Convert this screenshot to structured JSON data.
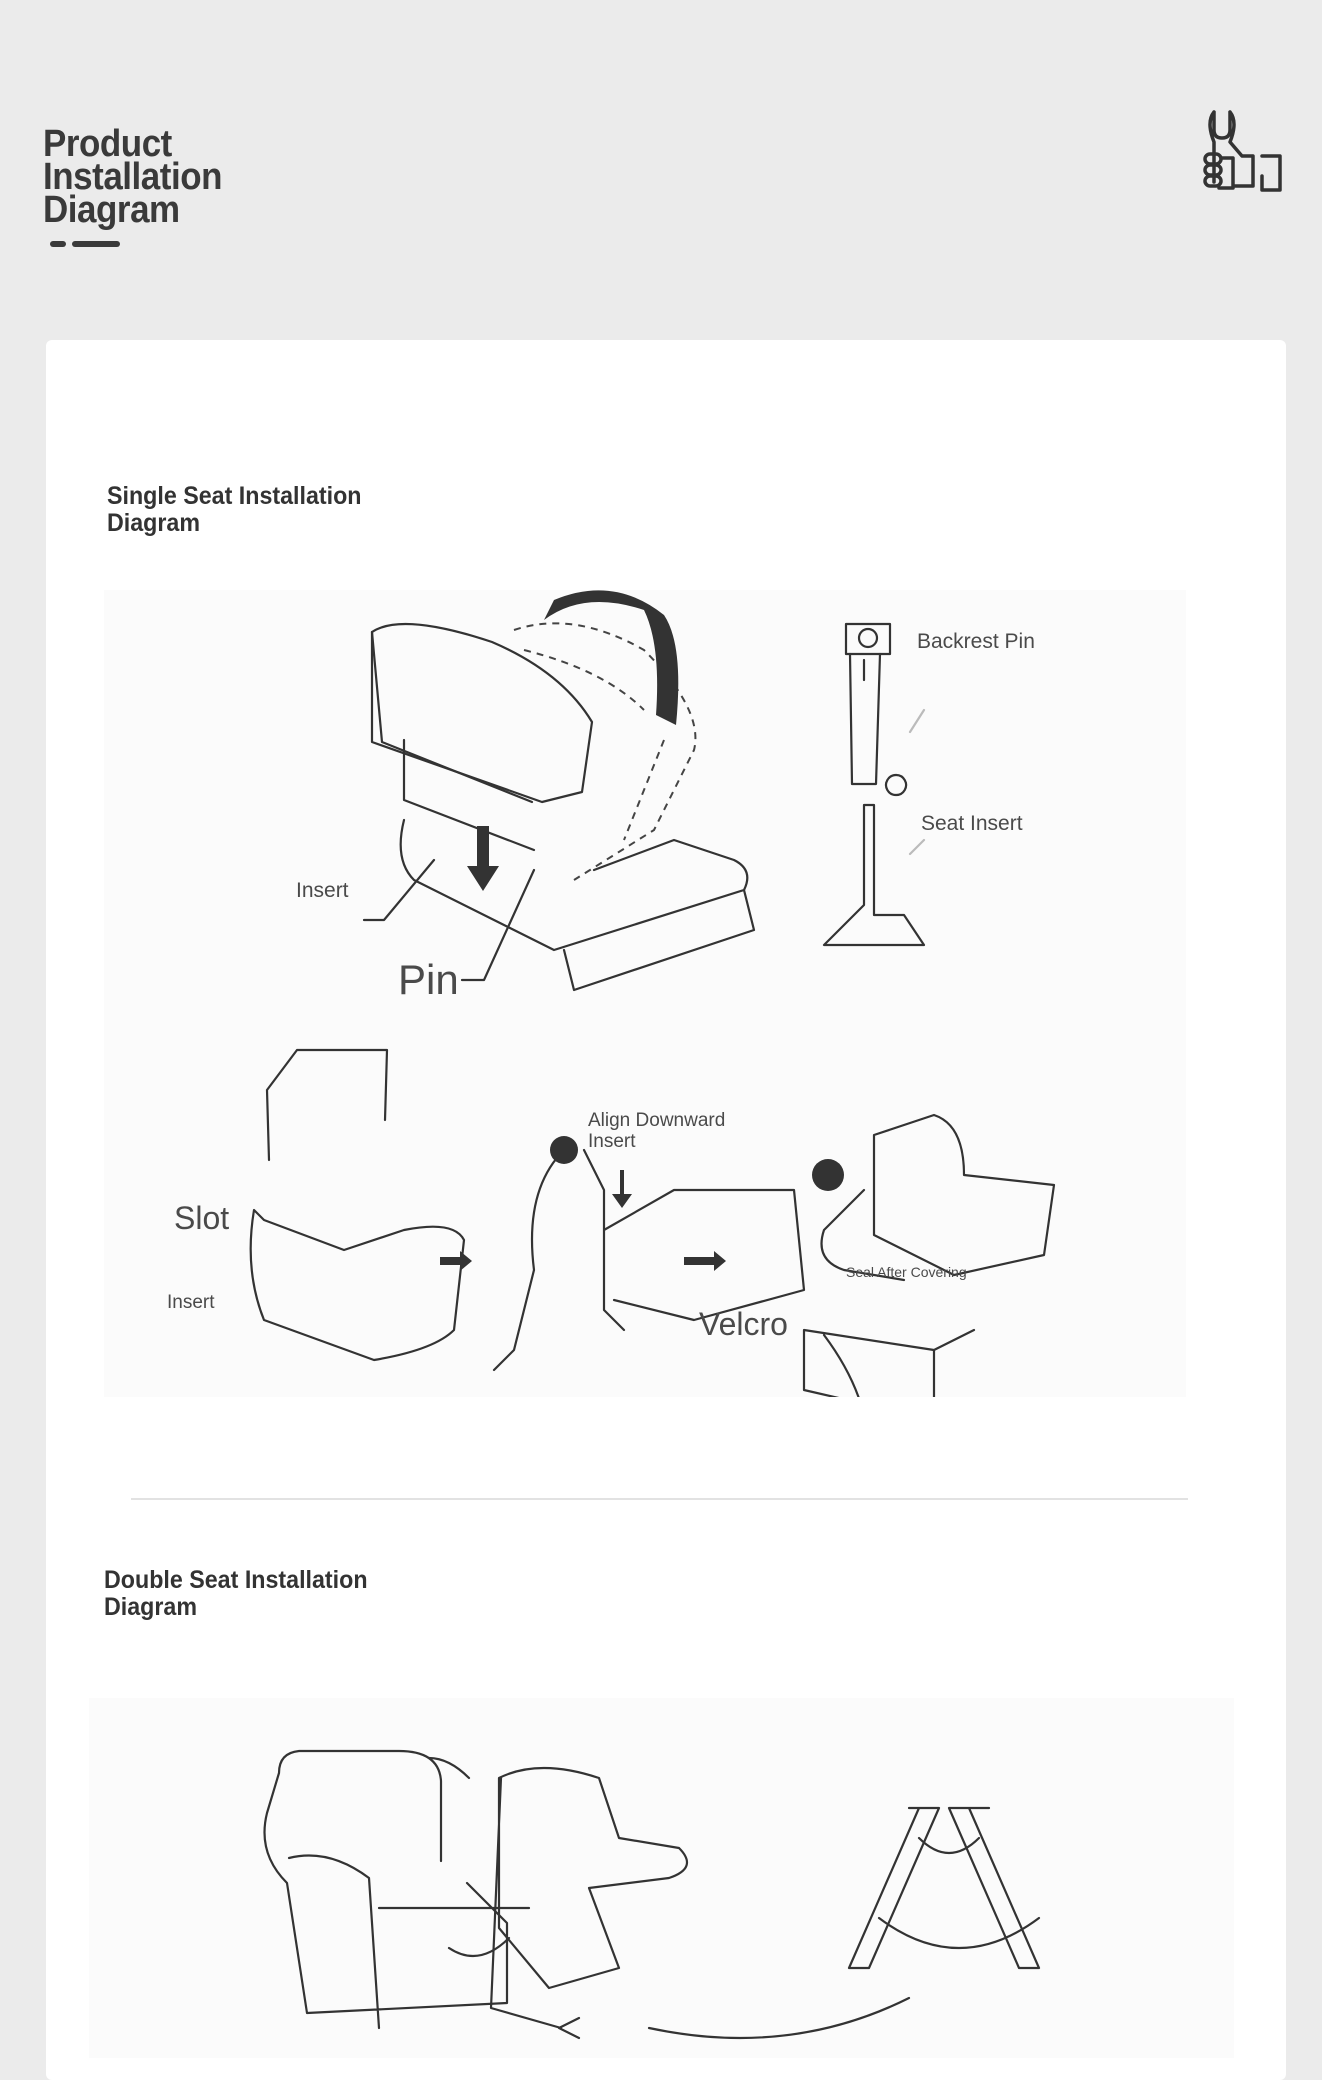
{
  "header": {
    "title": "Product Installation Diagram",
    "icon": "wrench-hand-icon"
  },
  "sections": [
    {
      "heading": "Single Seat Installation Diagram",
      "labels": {
        "backrest_pin": "Backrest Pin",
        "seat_insert": "Seat Insert",
        "insert_top": "Insert",
        "pin": "Pin",
        "align_downward_insert": "Align Downward Insert",
        "slot": "Slot",
        "insert_bottom": "Insert",
        "seal_after_covering": "Seal After Covering",
        "velcro": "Velcro"
      }
    },
    {
      "heading": "Double Seat Installation Diagram"
    }
  ]
}
